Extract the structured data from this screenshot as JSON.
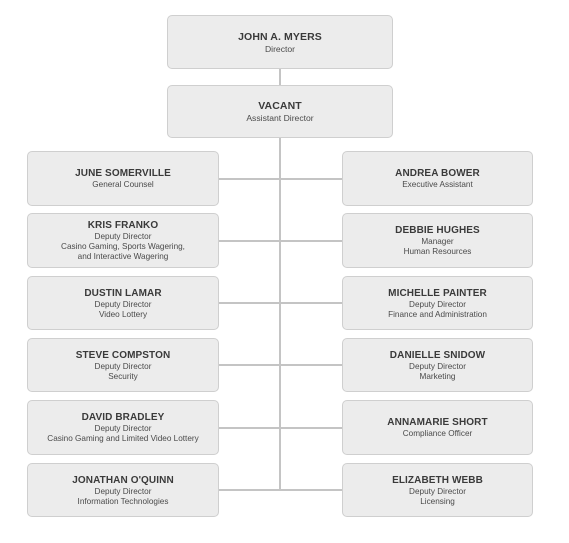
{
  "nodes": {
    "director": {
      "name": "JOHN A. MYERS",
      "titles": [
        "Director"
      ]
    },
    "assistant": {
      "name": "VACANT",
      "titles": [
        "Assistant Director"
      ]
    },
    "left": [
      {
        "name": "JUNE SOMERVILLE",
        "titles": [
          "General Counsel"
        ]
      },
      {
        "name": "KRIS FRANKO",
        "titles": [
          "Deputy Director",
          "Casino Gaming, Sports Wagering,",
          "and Interactive Wagering"
        ]
      },
      {
        "name": "DUSTIN LAMAR",
        "titles": [
          "Deputy Director",
          "Video Lottery"
        ]
      },
      {
        "name": "STEVE COMPSTON",
        "titles": [
          "Deputy Director",
          "Security"
        ]
      },
      {
        "name": "DAVID BRADLEY",
        "titles": [
          "Deputy Director",
          "Casino Gaming and Limited Video Lottery"
        ]
      },
      {
        "name": "JONATHAN O'QUINN",
        "titles": [
          "Deputy Director",
          "Information Technologies"
        ]
      }
    ],
    "right": [
      {
        "name": "ANDREA BOWER",
        "titles": [
          "Executive Assistant"
        ]
      },
      {
        "name": "DEBBIE HUGHES",
        "titles": [
          "Manager",
          "Human Resources"
        ]
      },
      {
        "name": "MICHELLE PAINTER",
        "titles": [
          "Deputy Director",
          "Finance and Administration"
        ]
      },
      {
        "name": "DANIELLE SNIDOW",
        "titles": [
          "Deputy Director",
          "Marketing"
        ]
      },
      {
        "name": "ANNAMARIE SHORT",
        "titles": [
          "Compliance Officer"
        ]
      },
      {
        "name": "ELIZABETH WEBB",
        "titles": [
          "Deputy Director",
          "Licensing"
        ]
      }
    ]
  },
  "colors": {
    "box_fill": "#ececec",
    "box_border": "#cfcfcf",
    "connector": "#c4c4c4",
    "text": "#3a3a3a"
  }
}
